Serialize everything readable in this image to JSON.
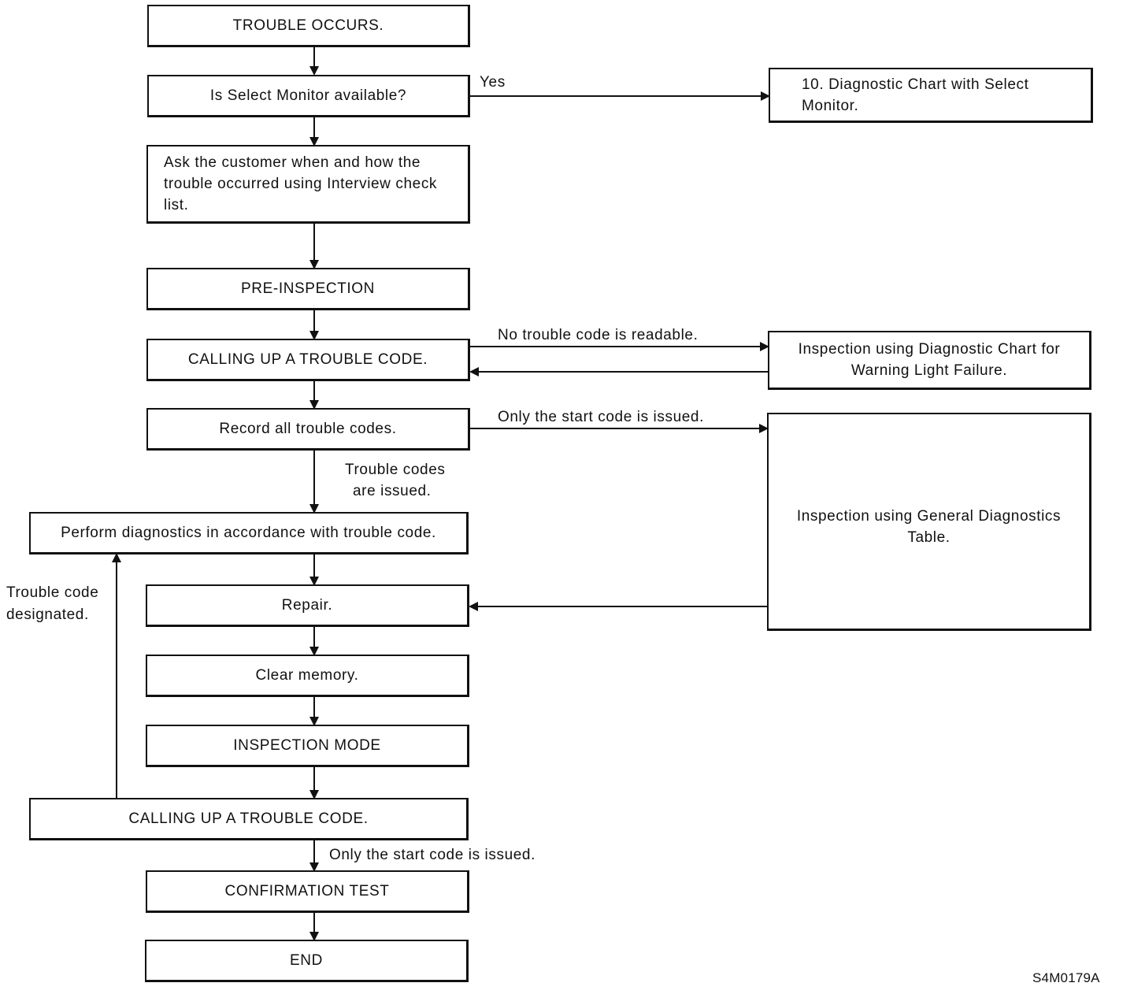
{
  "boxes": {
    "trouble_occurs": "TROUBLE OCCURS.",
    "select_monitor_available": "Is Select Monitor available?",
    "select_monitor_chart": "10. Diagnostic Chart with Select Monitor.",
    "ask_customer": "Ask the customer when and how the trouble occurred using Interview check list.",
    "pre_inspection": "PRE-INSPECTION",
    "calling_up_1": "CALLING UP A TROUBLE CODE.",
    "warning_light_inspection": "Inspection using Diagnostic Chart for Warning Light Failure.",
    "record_codes": "Record all trouble codes.",
    "general_diagnostics": "Inspection using General Diagnostics Table.",
    "perform_diagnostics": "Perform diagnostics in accordance with trouble code.",
    "repair": "Repair.",
    "clear_memory": "Clear memory.",
    "inspection_mode": "INSPECTION MODE",
    "calling_up_2": "CALLING UP A TROUBLE CODE.",
    "confirmation_test": "CONFIRMATION TEST",
    "end": "END"
  },
  "labels": {
    "yes": "Yes",
    "no_code_readable": "No trouble code is readable.",
    "only_start_code_1": "Only the start code is issued.",
    "codes_issued_line1": "Trouble codes",
    "codes_issued_line2": "are issued.",
    "code_designated_line1": "Trouble code",
    "code_designated_line2": "designated.",
    "only_start_code_2": "Only the start code is issued."
  },
  "figure_id": "S4M0179A"
}
